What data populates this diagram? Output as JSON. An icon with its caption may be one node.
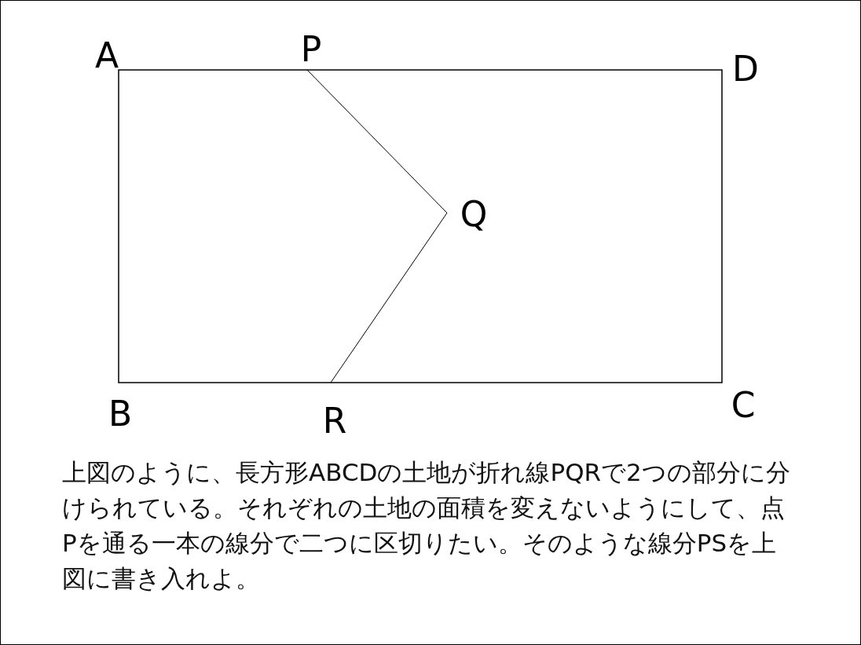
{
  "diagram": {
    "labels": [
      "A",
      "P",
      "D",
      "Q",
      "B",
      "R",
      "C",
      "上図のように、長方形ABCDの土地が折れ線PQRで2つの部分に分けられている。それぞれの土地の面積を変えないようにして、点Pを通る一本の線分で二つに区切りたい。そのような線分PSを上図に書き入れよ。"
    ]
  }
}
